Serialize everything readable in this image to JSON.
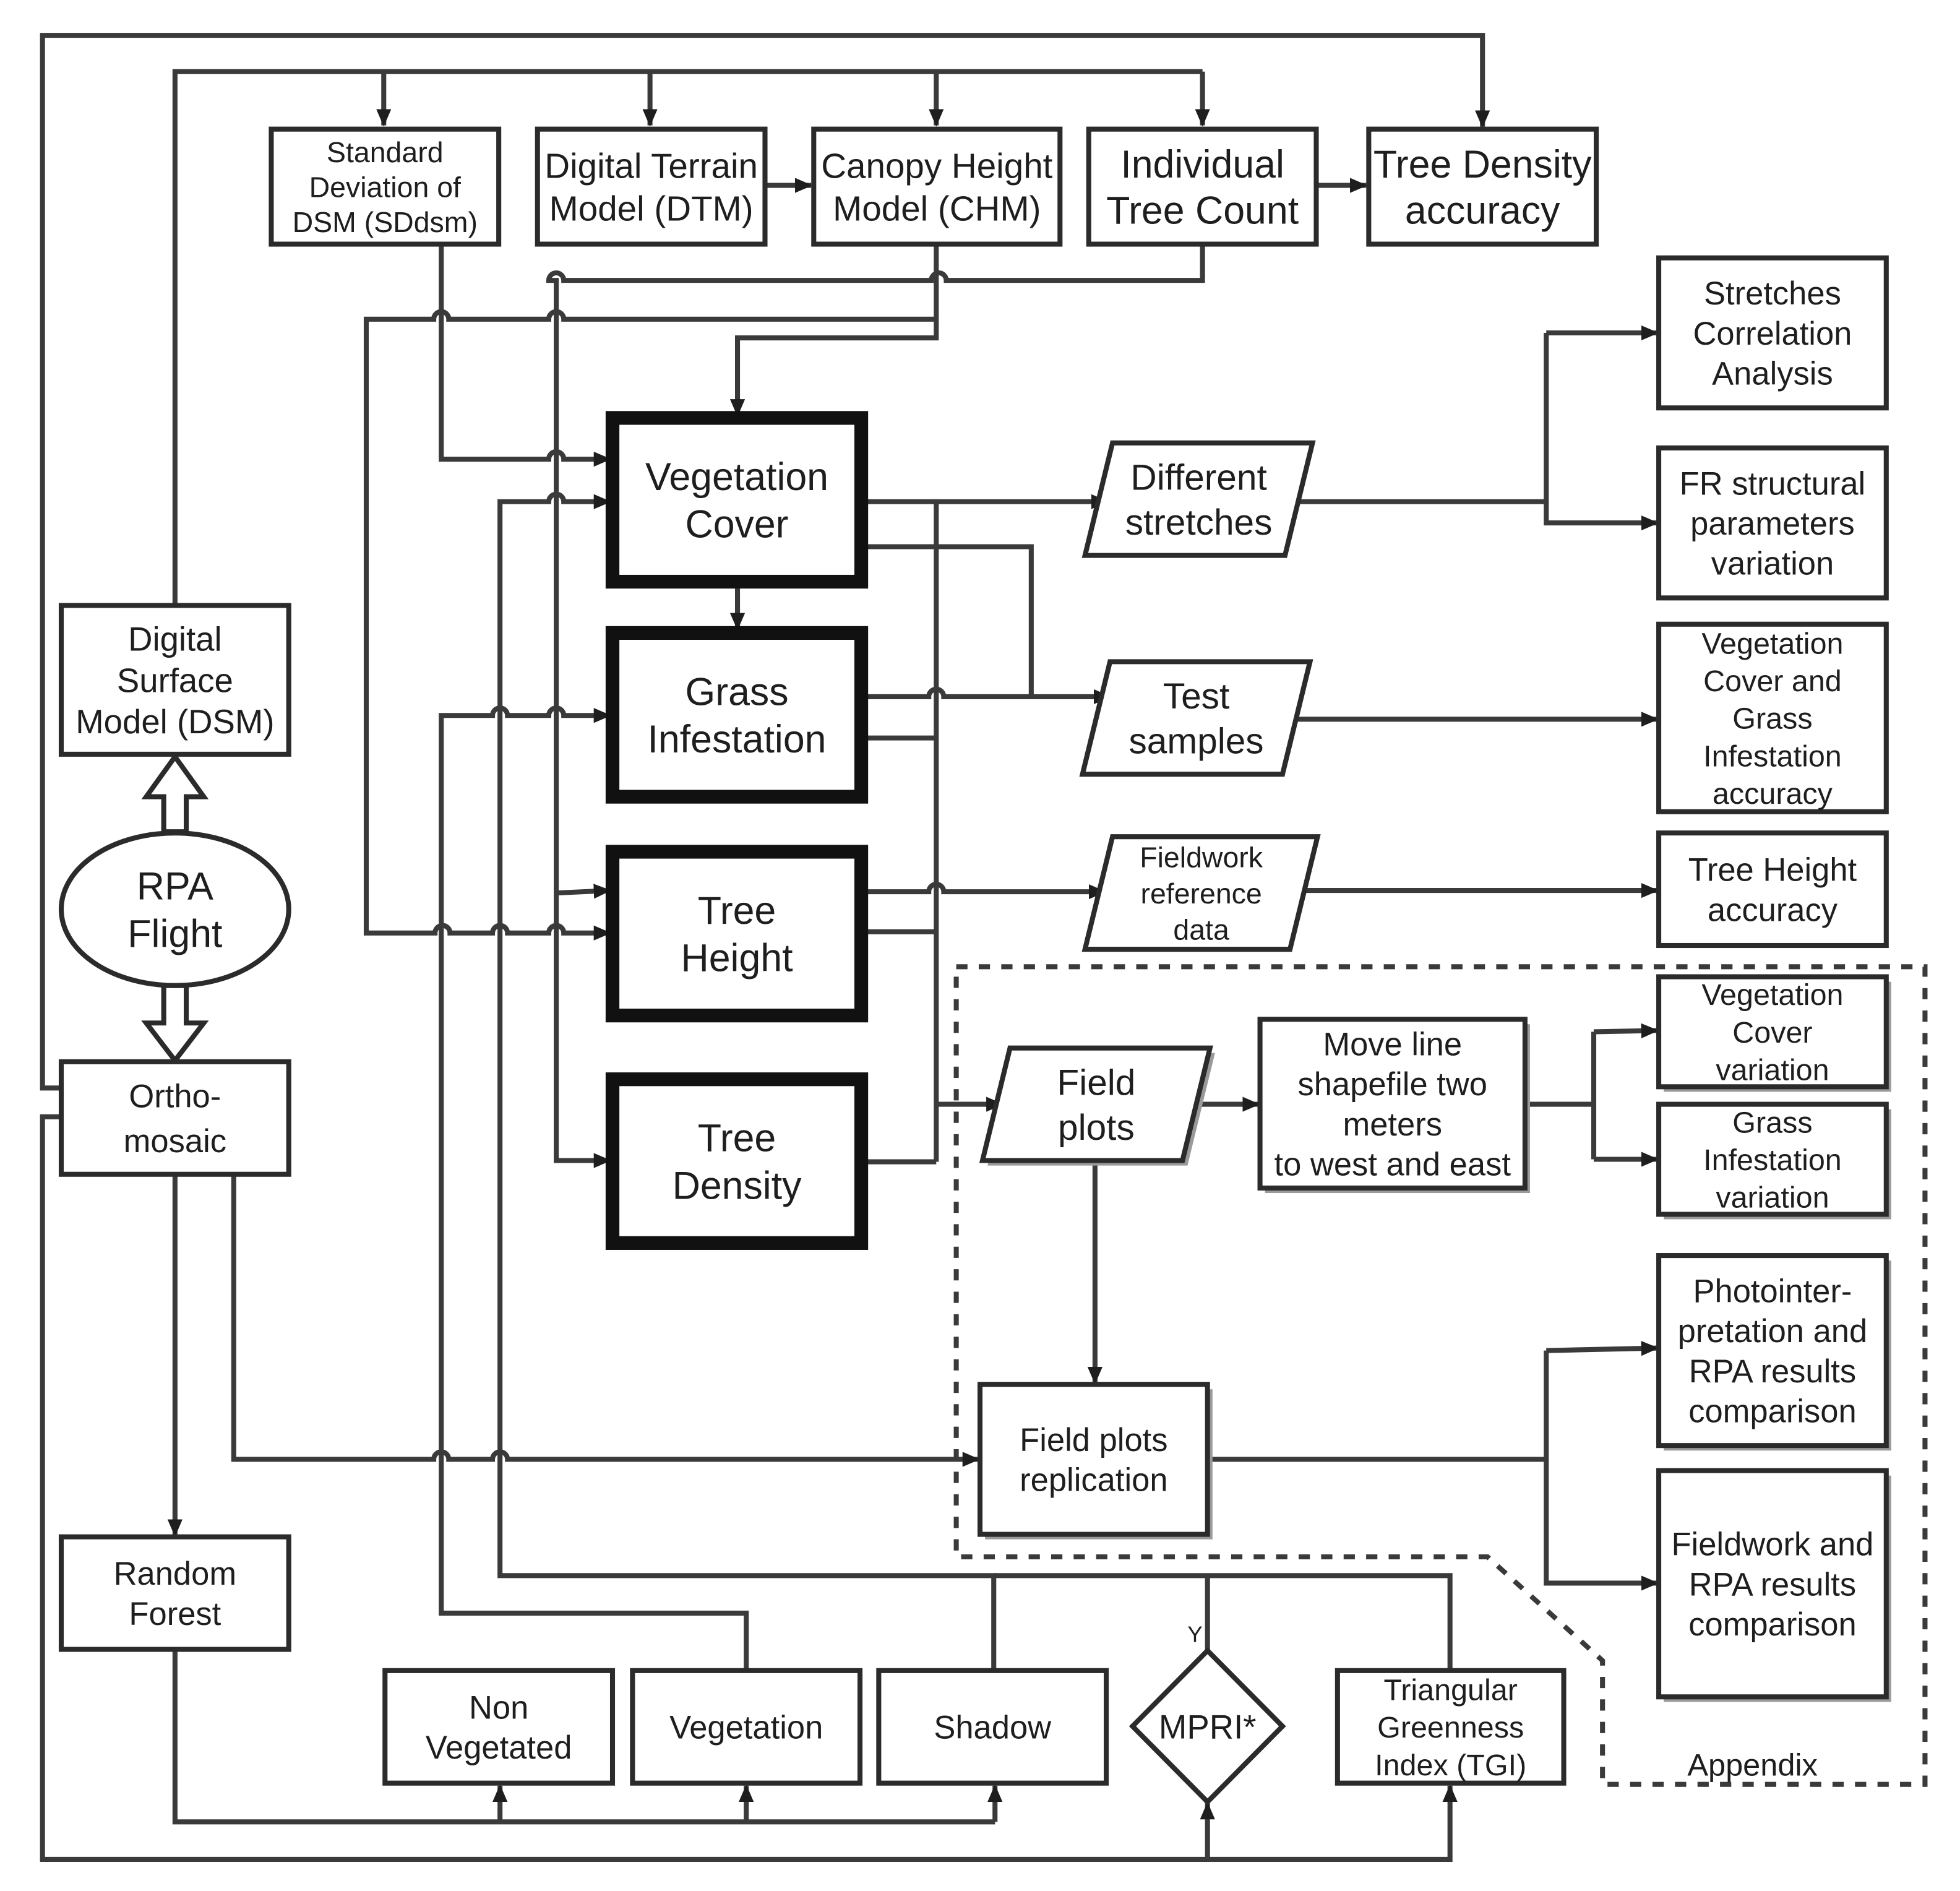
{
  "nodes": {
    "sddsm": [
      "Standard",
      "Deviation of",
      "DSM (SDdsm)"
    ],
    "dtm": [
      "Digital Terrain",
      "Model (DTM)"
    ],
    "chm": [
      "Canopy Height",
      "Model (CHM)"
    ],
    "itc": [
      "Individual",
      "Tree Count"
    ],
    "tda": [
      "Tree Density",
      "accuracy"
    ],
    "stretches_corr": [
      "Stretches",
      "Correlation",
      "Analysis"
    ],
    "fr_struct": [
      "FR structural",
      "parameters",
      "variation"
    ],
    "veg_cover": [
      "Vegetation",
      "Cover"
    ],
    "grass_inf": [
      "Grass",
      "Infestation"
    ],
    "tree_height": [
      "Tree",
      "Height"
    ],
    "tree_density": [
      "Tree",
      "Density"
    ],
    "dsm": [
      "Digital",
      "Surface",
      "Model (DSM)"
    ],
    "rpa_flight": [
      "RPA",
      "Flight"
    ],
    "ortho": [
      "Ortho-",
      "mosaic"
    ],
    "diff_stretches": [
      "Different",
      "stretches"
    ],
    "test_samples": [
      "Test",
      "samples"
    ],
    "fieldwork_ref": [
      "Fieldwork",
      "reference",
      "data"
    ],
    "vc_gi_acc": [
      "Vegetation",
      "Cover and",
      "Grass",
      "Infestation",
      "accuracy"
    ],
    "th_acc": [
      "Tree Height",
      "accuracy"
    ],
    "field_plots": [
      "Field",
      "plots"
    ],
    "move_line": [
      "Move line",
      "shapefile two",
      "meters",
      "to west and east"
    ],
    "vc_var": [
      "Vegetation",
      "Cover",
      "variation"
    ],
    "gi_var": [
      "Grass",
      "Infestation",
      "variation"
    ],
    "photo_cmp": [
      "Photointer-",
      "pretation and",
      "RPA results",
      "comparison"
    ],
    "fp_repl": [
      "Field plots",
      "replication"
    ],
    "fw_cmp": [
      "Fieldwork and",
      "RPA results",
      "comparison"
    ],
    "rf": [
      "Random",
      "Forest"
    ],
    "nonveg": [
      "Non",
      "Vegetated"
    ],
    "veg": [
      "Vegetation"
    ],
    "shadow": [
      "Shadow"
    ],
    "mpri": [
      "MPRI*"
    ],
    "tgi": [
      "Triangular",
      "Greenness",
      "Index (TGI)"
    ]
  },
  "labels": {
    "appendix": "Appendix",
    "mpri_branch": "Y"
  }
}
